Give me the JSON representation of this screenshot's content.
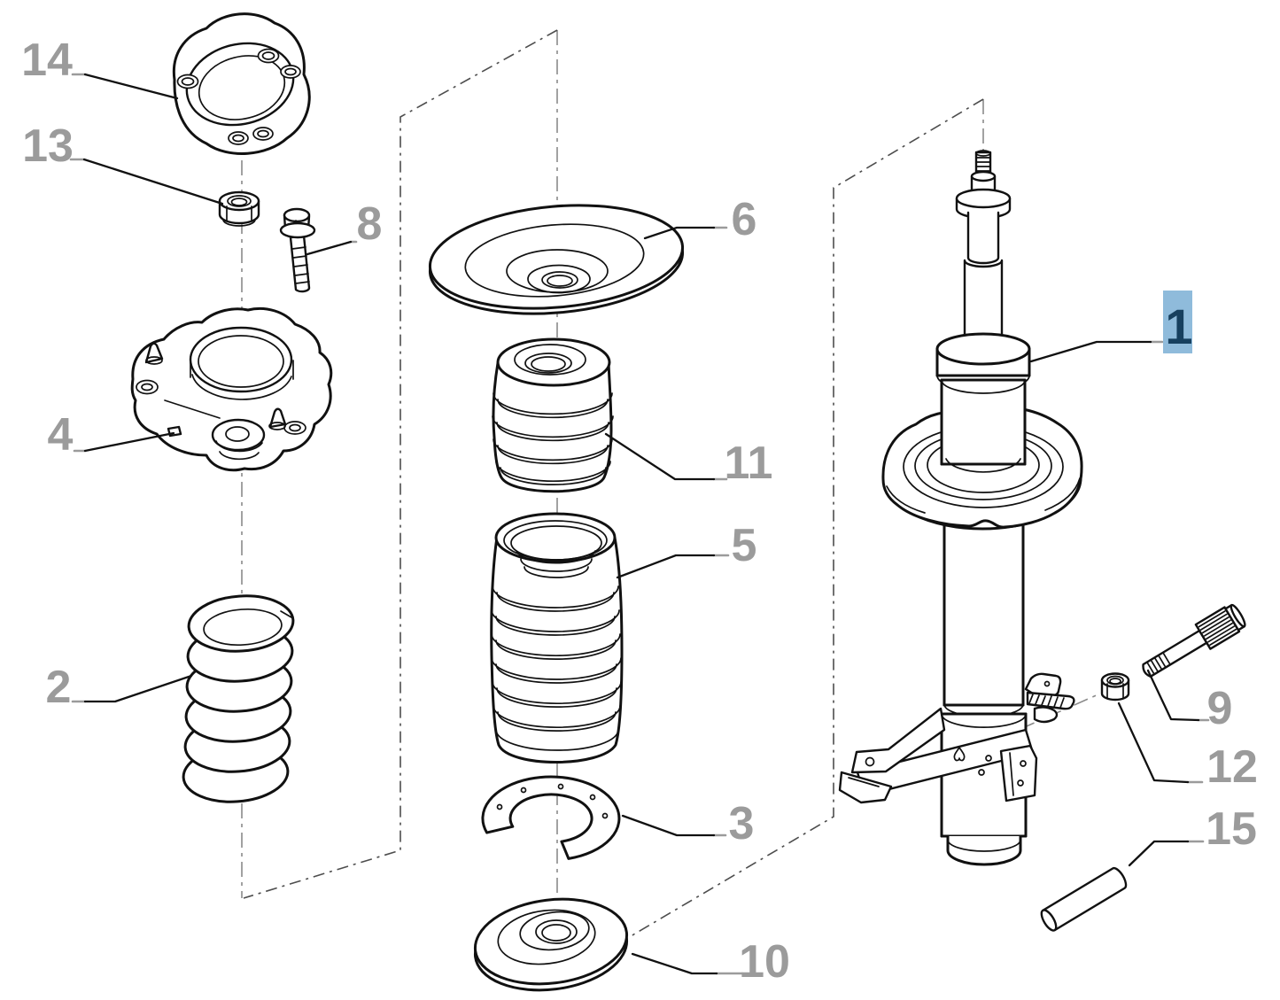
{
  "diagram": {
    "background": "#ffffff",
    "stroke_color": "#111111",
    "callout_color": "#9b9b9b",
    "centerline_color": "#8a8a8a",
    "divider_color": "#4d4d4d",
    "highlighted_callout": {
      "label": "1",
      "background": "#8fbbdb",
      "text_color": "#17405f"
    },
    "callouts": {
      "c1": "1",
      "c2": "2",
      "c3": "3",
      "c4": "4",
      "c5": "5",
      "c6": "6",
      "c8": "8",
      "c9": "9",
      "c10": "10",
      "c11": "11",
      "c12": "12",
      "c13": "13",
      "c14": "14",
      "c15": "15"
    }
  }
}
